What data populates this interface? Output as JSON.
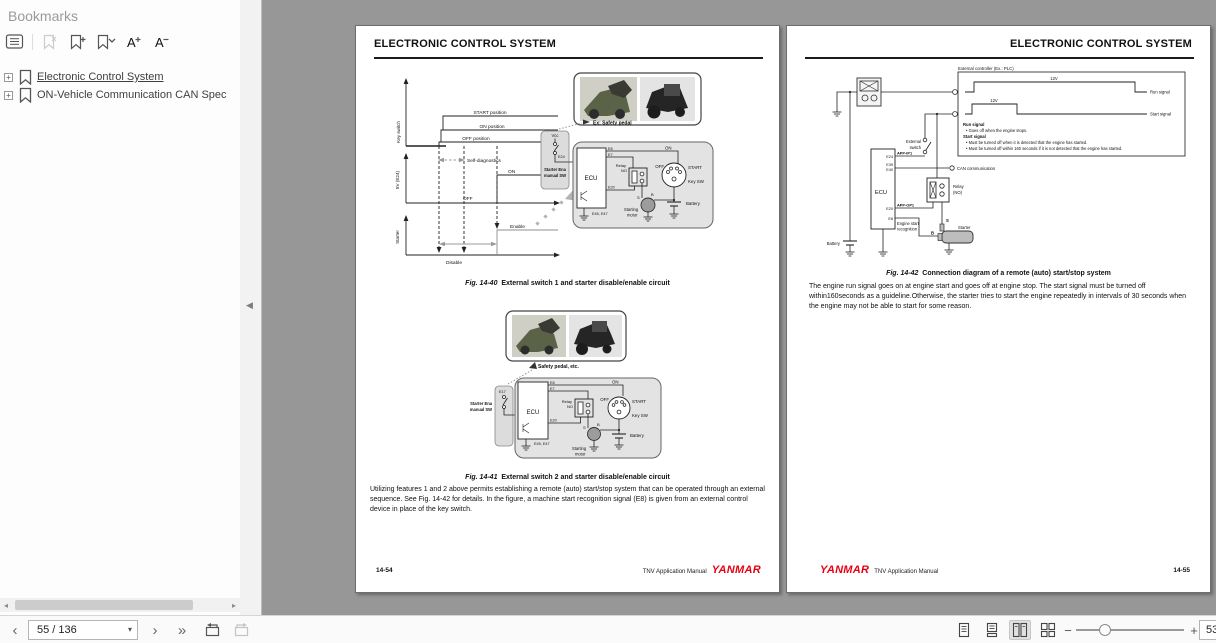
{
  "colors": {
    "brand_red": "#e60012",
    "doc_bg": "#979797",
    "page_bg": "#ffffff"
  },
  "glyphs": {
    "prev_page": "‹",
    "next_page": "›",
    "last_page": "»",
    "page_caret": "▾",
    "zoom_out": "−",
    "zoom_in": "+",
    "scroll_left": "◂",
    "scroll_right": "▸",
    "collapse": "◀",
    "expand_plus": "+"
  },
  "sidebar": {
    "title": "Bookmarks",
    "items": [
      {
        "label": "Electronic Control System"
      },
      {
        "label": "ON-Vehicle Communication CAN Spec"
      }
    ]
  },
  "toolbar": {
    "page_value": "55 / 136",
    "zoom_value": "53"
  },
  "left_page": {
    "header": "ELECTRONIC CONTROL SYSTEM",
    "page_number": "14-54",
    "manual_name": "TNV Application Manual",
    "brand": "YANMAR",
    "paragraph": "Utilizing features 1 and 2 above permits establishing a remote (auto) start/stop system that can be operated through an external sequence. See Fig. 14-42 for details. In the figure, a machine start recognition signal (E8) is given from an external control device in place of the key switch.",
    "fig40": {
      "timing": {
        "axis_key_switch": "Key switch",
        "axis_5v": "5V (E24)",
        "axis_starter": "Starter",
        "start_position": "START position",
        "on_position": "ON position",
        "off_position": "OFF position",
        "self_diagnostics": "Self-diagnostics",
        "on": "ON",
        "off": "OFF",
        "enable": "Enable",
        "disable": "Disable"
      },
      "photo_label": "Ex: Safety pedal",
      "vcc": "Vcc",
      "e24": "E24",
      "sw1": "Starter Ena",
      "sw2": "manual SW",
      "ecu": "ECU",
      "e8": "E8",
      "e7": "E7",
      "e20": "E20",
      "e45": "E45, E47",
      "relay1": "Relay",
      "relay2": "NO",
      "off": "OFF",
      "on": "ON",
      "start": "START",
      "key_sw": "Key SW",
      "s": "S",
      "b": "B",
      "motor1": "Starting",
      "motor2": "motor",
      "battery": "Battery",
      "caption_label": "Fig. 14-40",
      "caption": "External switch 1 and starter disable/enable circuit"
    },
    "fig41": {
      "photo_label": "Safety pedal, etc.",
      "e17": "E17",
      "sw1": "Starter Ena",
      "sw2": "manual SW",
      "ecu": "ECU",
      "e8": "E8",
      "e7": "E7",
      "e20": "E20",
      "e45": "E45, E47",
      "relay1": "Relay",
      "relay2": "NO",
      "off": "OFF",
      "on": "ON",
      "start": "START",
      "key_sw": "Key SW",
      "s": "S",
      "b": "B",
      "motor1": "Starting",
      "motor2": "motor",
      "battery": "Battery",
      "caption_label": "Fig. 14-41",
      "caption": "External switch 2 and starter disable/enable circuit"
    }
  },
  "right_page": {
    "header": "ELECTRONIC CONTROL SYSTEM",
    "page_number": "14-55",
    "manual_name": "TNV Application Manual",
    "brand": "YANMAR",
    "paragraph": "The engine run signal goes on at engine start and goes off at engine stop. The start signal must be turned off within160seconds as a guideline.Otherwise, the starter tries to start the engine repeatedly in intervals of 30 seconds when the engine may not be able to start for some reason.",
    "fig42": {
      "controller_label": "External controller (Ex.: PLC)",
      "run_12v": "12V",
      "start_12v": "12V",
      "run_signal": "Run signal",
      "start_signal": "Start signal",
      "note1": "Run signal",
      "note2": "• Goes off when the engine stops.",
      "note3": "Start signal",
      "note4": "• Must be turned off when it is detected that the engine has started.",
      "note5": "• Must be turned off within 160 seconds if it is not detected that the engine has started.",
      "ext_sw1": "External",
      "ext_sw2": "switch",
      "app_ip1": "APP-IP1",
      "e24": "E24",
      "e39": "E39",
      "e40": "E40",
      "ecu": "ECU",
      "e20": "E20",
      "e8": "E8",
      "app_op1": "APP-OP1",
      "can": "CAN communication",
      "relay1": "Relay",
      "relay2": "(NO)",
      "engine1": "Engine start",
      "engine2": "recognition",
      "s": "S",
      "b": "B",
      "starter": "Starter",
      "battery": "Battery",
      "caption_label": "Fig. 14-42",
      "caption": "Connection diagram of a remote (auto) start/stop system"
    }
  }
}
